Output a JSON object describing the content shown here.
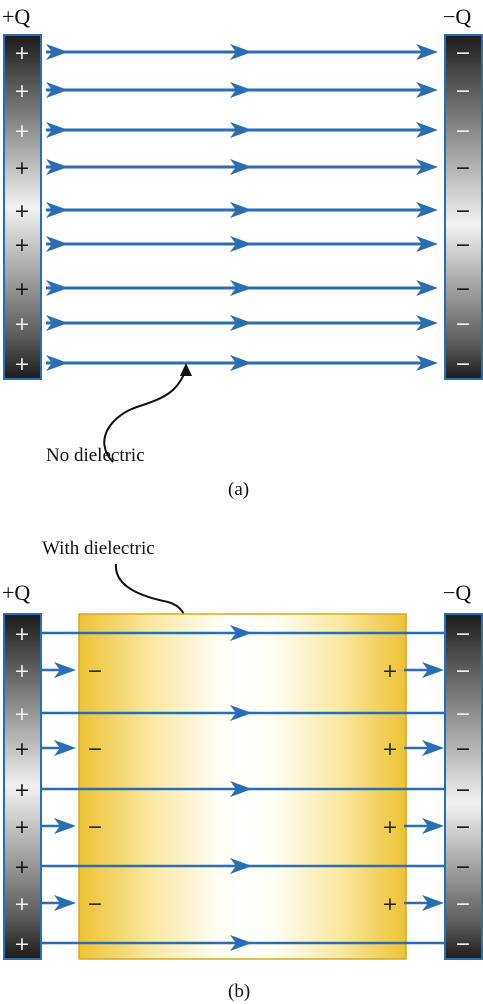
{
  "panel_a": {
    "plus_label": "+Q",
    "minus_label": "−Q",
    "annotation": "No dielectric",
    "caption": "(a)",
    "plate_signs": [
      "+",
      "+",
      "+",
      "+",
      "+",
      "+",
      "+",
      "+",
      "+"
    ],
    "minus_signs": [
      "−",
      "−",
      "−",
      "−",
      "−",
      "−",
      "−",
      "−",
      "−"
    ]
  },
  "panel_b": {
    "plus_label": "+Q",
    "minus_label": "−Q",
    "annotation": "With dielectric",
    "caption": "(b)",
    "plate_signs": [
      "+",
      "+",
      "+",
      "+",
      "+",
      "+",
      "+",
      "+",
      "+"
    ],
    "minus_signs": [
      "−",
      "−",
      "−",
      "−",
      "−",
      "−",
      "−",
      "−",
      "−"
    ],
    "induced_negative": [
      "−",
      "−",
      "−",
      "−"
    ],
    "induced_positive": [
      "+",
      "+",
      "+",
      "+"
    ]
  },
  "colors": {
    "field_line": "#2a6db3",
    "dielectric": "#f0c830",
    "plate_dark": "#1a1a1a",
    "plate_light": "#f4f4f4"
  }
}
